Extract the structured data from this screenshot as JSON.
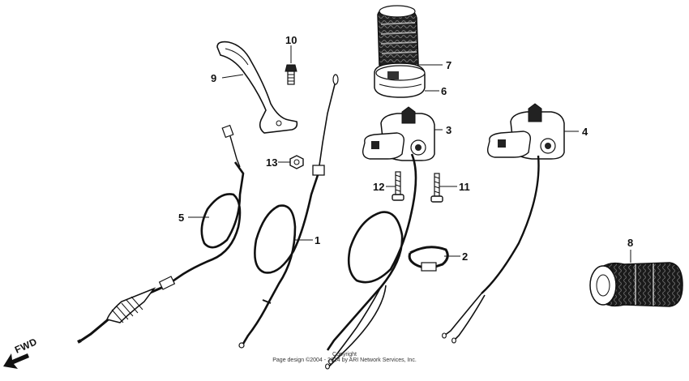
{
  "parts": [
    {
      "id": "1",
      "name": "cable"
    },
    {
      "id": "2",
      "name": "clamp"
    },
    {
      "id": "3",
      "name": "switch-housing"
    },
    {
      "id": "4",
      "name": "switch-housing"
    },
    {
      "id": "5",
      "name": "cable"
    },
    {
      "id": "6",
      "name": "throttle-collar"
    },
    {
      "id": "7",
      "name": "grip"
    },
    {
      "id": "8",
      "name": "grip"
    },
    {
      "id": "9",
      "name": "lever"
    },
    {
      "id": "10",
      "name": "pivot-bolt"
    },
    {
      "id": "11",
      "name": "screw"
    },
    {
      "id": "12",
      "name": "screw"
    },
    {
      "id": "13",
      "name": "nut"
    }
  ],
  "direction_label": "FWD",
  "copyright": {
    "line1": "Copyright",
    "line2": "Page design ©2004 - 2014 by ARI Network Services, Inc."
  },
  "colors": {
    "ink": "#111111",
    "rubber": "#1a1a1a",
    "paper": "#ffffff"
  }
}
